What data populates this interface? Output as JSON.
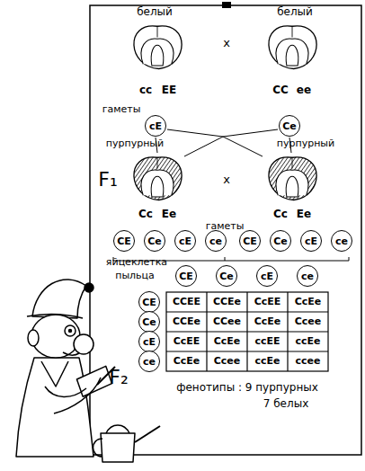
{
  "diagram": {
    "nodes": [
      {
        "text": [
          "cE"
        ]
      },
      {
        "text": [
          "Ce"
        ]
      },
      {
        "text": [
          "CE"
        ]
      },
      {
        "text": [
          "Ce"
        ]
      },
      {
        "text": [
          "cE"
        ]
      },
      {
        "text": [
          "ce"
        ]
      },
      {
        "text": [
          "CE"
        ]
      },
      {
        "text": [
          "Ce"
        ]
      },
      {
        "text": [
          "cE"
        ]
      },
      {
        "text": [
          "ce"
        ]
      },
      {
        "text": [
          "CE"
        ]
      },
      {
        "text": [
          "Ce"
        ]
      },
      {
        "text": [
          "cE"
        ]
      },
      {
        "text": [
          "ce"
        ]
      },
      {
        "text": [
          "CE"
        ]
      },
      {
        "text": [
          "Ce"
        ]
      },
      {
        "text": [
          "cE"
        ]
      },
      {
        "text": [
          "ce"
        ]
      }
    ],
    "labels": [
      "белый",
      "x",
      "белый",
      "cc",
      "EE",
      "CC",
      "ee",
      "гаметы",
      "пурпурный",
      "пурпурный",
      "F₁",
      "x",
      "Cc",
      "Ee",
      "Cc",
      "Ee",
      "гаметы",
      "яйцеклетка",
      "пыльца",
      "CCEE",
      "CCEe",
      "CcEE",
      "CcEe",
      "CCEe",
      "CCee",
      "CcEe",
      "Ccee",
      "CcEE",
      "CcEe",
      "ccEE",
      "ccEe",
      "CcEe",
      "Ccee",
      "ccEe",
      "ccee",
      "F₂",
      "фенотипы : 9 пурпурных",
      "7 белых"
    ]
  }
}
